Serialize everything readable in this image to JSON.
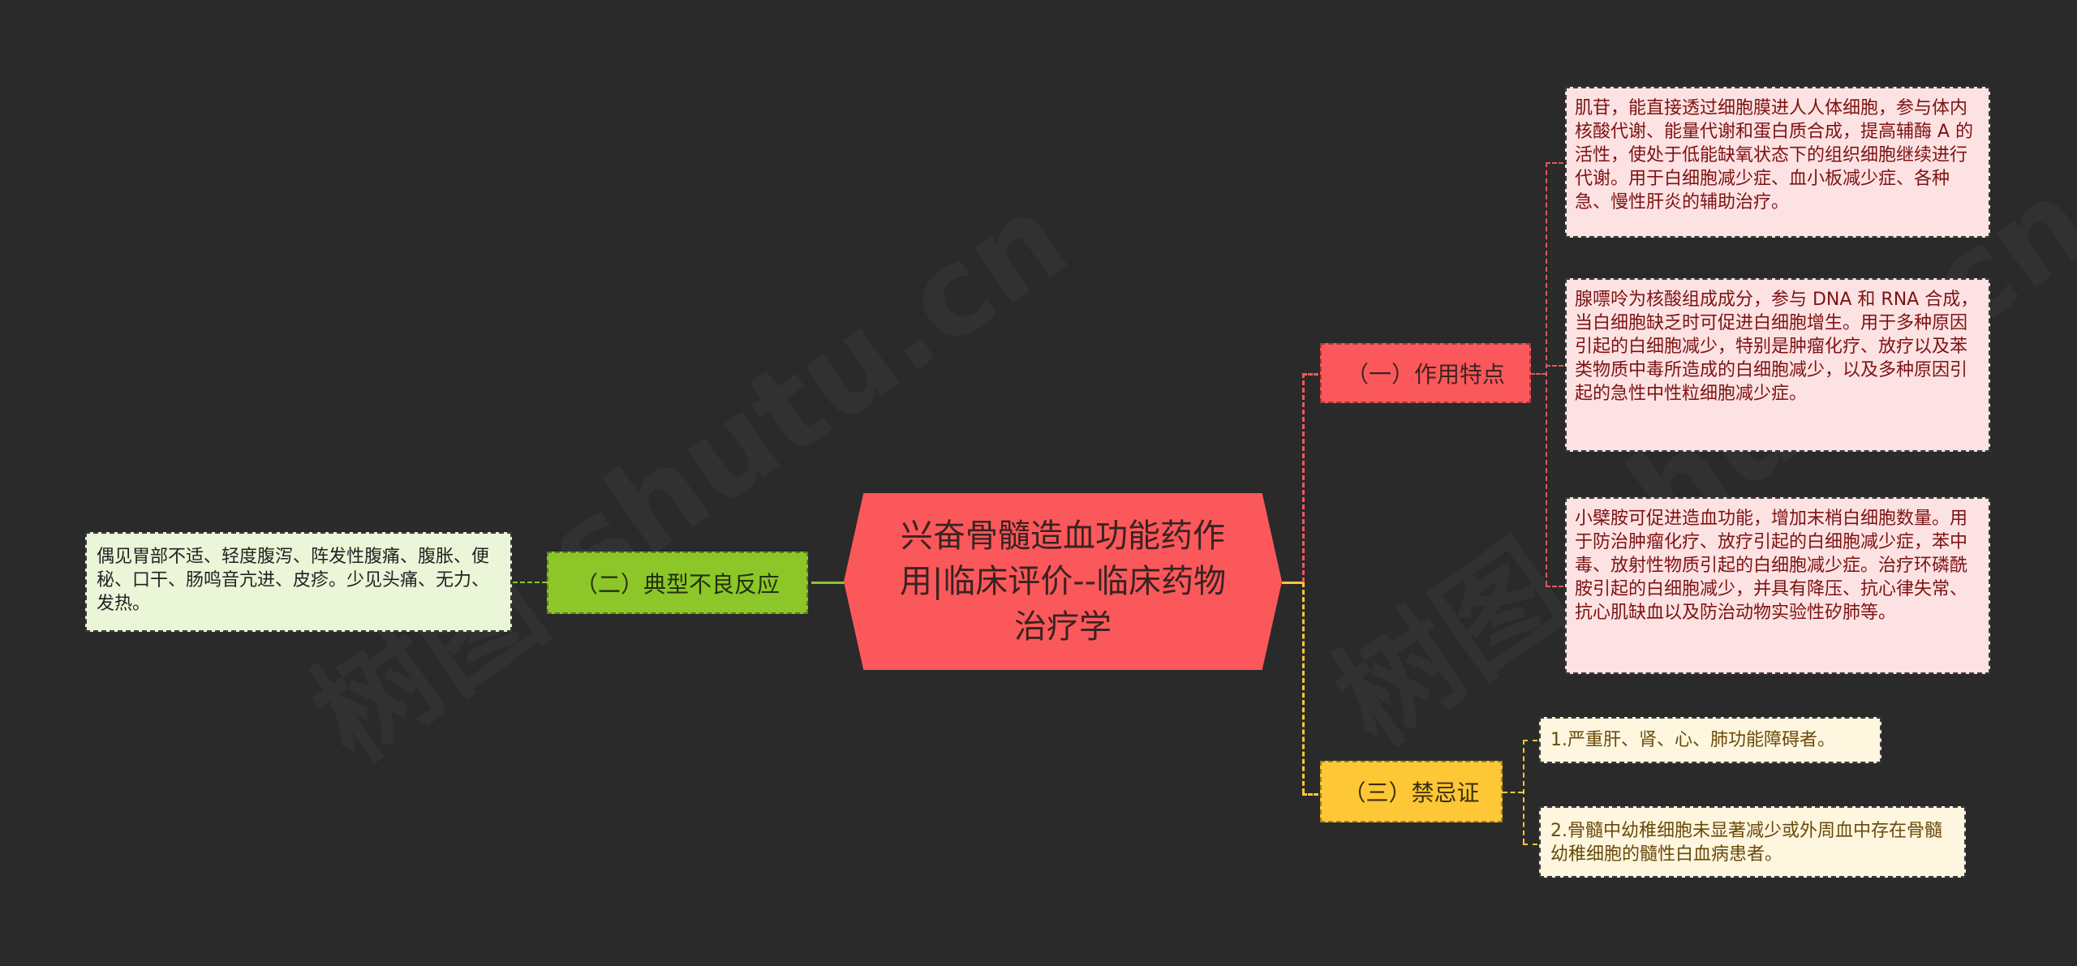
{
  "root": {
    "title": "兴奋骨髓造血功能药作用|临床评价--临床药物治疗学",
    "color": "#fb585b"
  },
  "branches": [
    {
      "label": "（一）作用特点",
      "color": "#fb585b",
      "side": "right",
      "leaves": [
        "肌苷，能直接透过细胞膜进人人体细胞，参与体内核酸代谢、能量代谢和蛋白质合成，提高辅酶 A 的活性，使处于低能缺氧状态下的组织细胞继续进行代谢。用于白细胞减少症、血小板减少症、各种急、慢性肝炎的辅助治疗。",
        "腺嘌呤为核酸组成成分，参与 DNA 和 RNA 合成，当白细胞缺乏时可促进白细胞增生。用于多种原因引起的白细胞减少，特别是肿瘤化疗、放疗以及苯类物质中毒所造成的白细胞减少，以及多种原因引起的急性中性粒细胞减少症。",
        "小檗胺可促进造血功能，增加末梢白细胞数量。用于防治肿瘤化疗、放疗引起的白细胞减少症，苯中毒、放射性物质引起的白细胞减少症。治疗环磷酰胺引起的白细胞减少，并具有降压、抗心律失常、抗心肌缺血以及防治动物实验性矽肺等。"
      ]
    },
    {
      "label": "（二）典型不良反应",
      "color": "#8cc629",
      "side": "left",
      "leaves": [
        "偶见胃部不适、轻度腹泻、阵发性腹痛、腹胀、便秘、口干、肠鸣音亢进、皮疹。少见头痛、无力、发热。"
      ]
    },
    {
      "label": "（三）禁忌证",
      "color": "#fdc736",
      "side": "right",
      "leaves": [
        "1.严重肝、肾、心、肺功能障碍者。",
        "2.骨髓中幼稚细胞未显著减少或外周血中存在骨髓幼稚细胞的髓性白血病患者。"
      ]
    }
  ],
  "watermark": "树图 shutu.cn"
}
